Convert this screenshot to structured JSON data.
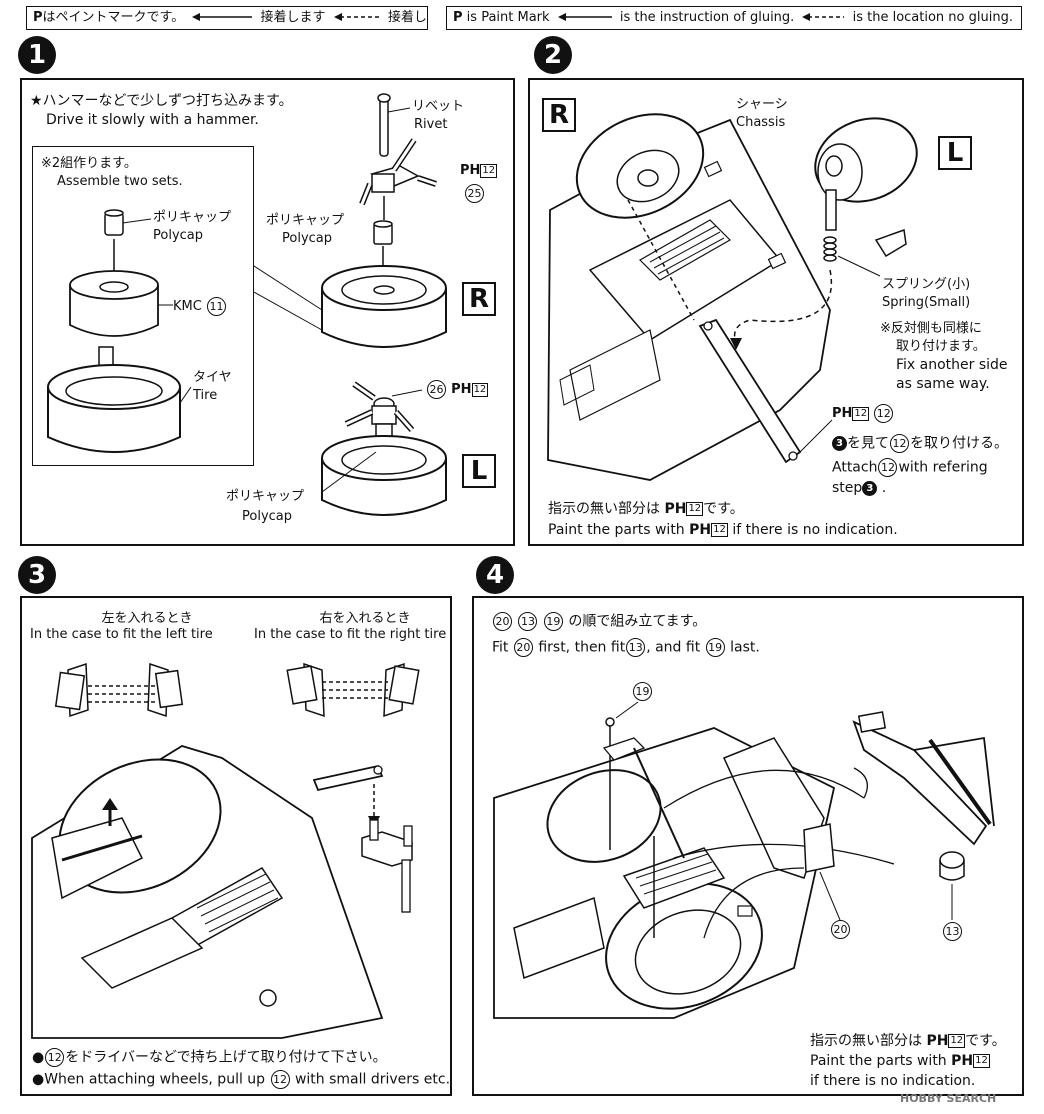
{
  "legend_jp": {
    "mark": "P",
    "text1": "はペイントマークです。",
    "text2": "接着します",
    "text3": "接着しません"
  },
  "legend_en": {
    "mark": "P",
    "text1": "is Paint Mark",
    "text2": "is the instruction of gluing.",
    "text3": "is the location no gluing."
  },
  "step1": {
    "badge": "1",
    "hammer_jp": "★ハンマーなどで少しずつ打ち込みます。",
    "hammer_en": "Drive it slowly with a hammer.",
    "two_sets_jp": "※2組作ります。",
    "two_sets_en": "Assemble two sets.",
    "polycap_jp": "ポリキャップ",
    "polycap_en": "Polycap",
    "kmc": "KMC",
    "kmc_num": "11",
    "tire_jp": "タイヤ",
    "tire_en": "Tire",
    "rivet_jp": "リベット",
    "rivet_en": "Rivet",
    "ph": "PH",
    "ph_num": "12",
    "part_25": "25",
    "part_26": "26",
    "label_r": "R",
    "label_l": "L"
  },
  "step2": {
    "badge": "2",
    "chassis_jp": "シャーシ",
    "chassis_en": "Chassis",
    "spring_jp": "スプリング(小)",
    "spring_en": "Spring(Small)",
    "other_side_jp1": "※反対側も同様に",
    "other_side_jp2": "取り付けます。",
    "other_side_en1": "Fix another side",
    "other_side_en2": "as same way.",
    "ph": "PH",
    "ph_num": "12",
    "part_12": "12",
    "ref_badge": "3",
    "refer_jp_a": "を見て",
    "refer_jp_b": "を取り付ける。",
    "attach_en_a": "Attach",
    "attach_en_b": "with refering",
    "step_word": "step",
    "paint_jp_a": "指示の無い部分は",
    "paint_jp_b": "です。",
    "paint_en_a": "Paint the parts with",
    "paint_en_b": "if there is no indication.",
    "label_r": "R",
    "label_l": "L"
  },
  "step3": {
    "badge": "3",
    "left_jp": "左を入れるとき",
    "left_en": "In the case to fit the left tire",
    "right_jp": "右を入れるとき",
    "right_en": "In the case to fit the right tire",
    "note_jp_b": "をドライバーなどで持ち上げて取り付けて下さい。",
    "note_en_a": "When attaching wheels, pull up",
    "note_en_b": "with small drivers etc.",
    "part_12": "12"
  },
  "step4": {
    "badge": "4",
    "order_jp": "の順で組み立てます。",
    "fit_a": "Fit",
    "fit_b": "first, then fit",
    "fit_c": ", and fit",
    "fit_d": "last.",
    "part_20": "20",
    "part_13": "13",
    "part_19": "19",
    "paint_jp_a": "指示の無い部分は",
    "paint_jp_b": "です。",
    "paint_en_a": "Paint the parts with",
    "paint_en_b": "if there is no indication.",
    "ph": "PH",
    "ph_num": "12"
  },
  "watermark": "HOBBY SEARCH"
}
